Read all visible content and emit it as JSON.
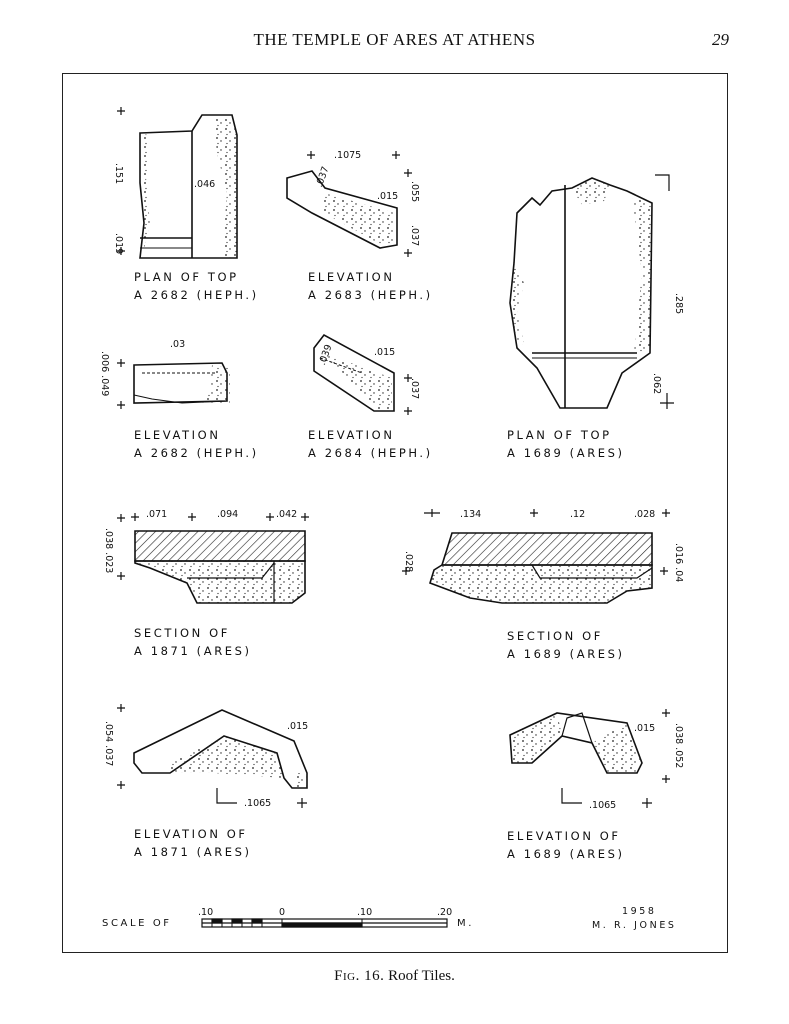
{
  "running_head": {
    "title": "THE TEMPLE OF ARES AT ATHENS",
    "page": "29"
  },
  "drawings": {
    "d1": {
      "line1": "PLAN OF TOP",
      "line2": "A 2682 (HEPH.)",
      "dims": [
        ".151",
        ".046",
        ".019"
      ]
    },
    "d2": {
      "line1": "ELEVATION",
      "line2": "A 2683 (HEPH.)",
      "dims": [
        ".1075",
        ".037",
        ".015",
        ".055",
        ".037"
      ]
    },
    "d3": {
      "line1": "PLAN OF TOP",
      "line2": "A 1689 (ARES)",
      "dims": [
        ".285",
        ".062"
      ]
    },
    "d4": {
      "line1": "ELEVATION",
      "line2": "A 2682 (HEPH.)",
      "dims": [
        ".03",
        ".006 .049"
      ]
    },
    "d5": {
      "line1": "ELEVATION",
      "line2": "A 2684 (HEPH.)",
      "dims": [
        ".015",
        ".039",
        ".037"
      ]
    },
    "d6": {
      "line1": "SECTION OF",
      "line2": "A 1871 (ARES)",
      "dims": [
        ".071",
        ".094",
        ".042",
        ".038 .023"
      ]
    },
    "d7": {
      "line1": "SECTION OF",
      "line2": "A 1689 (ARES)",
      "dims": [
        ".134",
        ".12",
        ".028",
        ".028",
        ".016 .04"
      ]
    },
    "d8": {
      "line1": "ELEVATION OF",
      "line2": "A 1871 (ARES)",
      "dims": [
        ".015",
        ".054 .037",
        ".1065"
      ]
    },
    "d9": {
      "line1": "ELEVATION OF",
      "line2": "A 1689 (ARES)",
      "dims": [
        ".015",
        ".038 .052",
        ".1065"
      ]
    }
  },
  "scale": {
    "label": "SCALE OF",
    "ticks": [
      ".10",
      "0",
      ".10",
      ".20"
    ],
    "unit": "M."
  },
  "signature": {
    "year": "1958",
    "name": "M. R. JONES"
  },
  "caption": {
    "label": "Fig. 16.",
    "text": "Roof Tiles."
  }
}
